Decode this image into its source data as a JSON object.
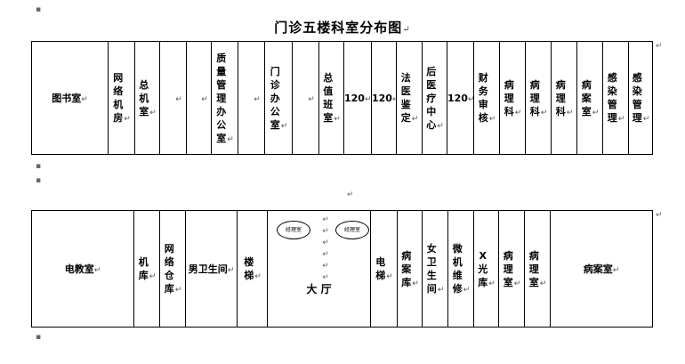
{
  "document": {
    "title": "门诊五楼科室分布图",
    "paragraph_mark": "↵",
    "bullet_mark": "▪"
  },
  "row1": {
    "cells": [
      {
        "label": "图书室",
        "vertical": false
      },
      {
        "label": "网络机房",
        "vertical": true
      },
      {
        "label": "总机室",
        "vertical": true
      },
      {
        "label": "",
        "vertical": true
      },
      {
        "label": "",
        "vertical": true
      },
      {
        "label": "质量管理办公室",
        "vertical": true
      },
      {
        "label": "",
        "vertical": true
      },
      {
        "label": "门诊办公室",
        "vertical": true
      },
      {
        "label": "",
        "vertical": true
      },
      {
        "label": "总值班室",
        "vertical": true
      },
      {
        "label": "120",
        "vertical": false
      },
      {
        "label": "120",
        "vertical": false
      },
      {
        "label": "法医鉴定",
        "vertical": true
      },
      {
        "label": "后医疗中心",
        "vertical": true
      },
      {
        "label": "120",
        "vertical": false
      },
      {
        "label": "财务审核",
        "vertical": true
      },
      {
        "label": "病理科",
        "vertical": true
      },
      {
        "label": "病理科",
        "vertical": true
      },
      {
        "label": "病理科",
        "vertical": true
      },
      {
        "label": "病案室",
        "vertical": true
      },
      {
        "label": "感染管理",
        "vertical": true
      },
      {
        "label": "感染管理",
        "vertical": true
      }
    ]
  },
  "row2": {
    "cells": [
      {
        "label": "电教室",
        "vertical": false
      },
      {
        "label": "机库",
        "vertical": true
      },
      {
        "label": "网络仓库",
        "vertical": true
      },
      {
        "label": "男卫生间",
        "vertical": false
      },
      {
        "label": "楼梯",
        "vertical": true
      },
      {
        "label": "",
        "vertical": false
      },
      {
        "label": "电梯",
        "vertical": true
      },
      {
        "label": "病案库",
        "vertical": true
      },
      {
        "label": "女卫生间",
        "vertical": true
      },
      {
        "label": "微机维修",
        "vertical": true
      },
      {
        "label": "X光库",
        "vertical": true
      },
      {
        "label": "病理室",
        "vertical": true
      },
      {
        "label": "病理室",
        "vertical": true
      },
      {
        "label": "病案室",
        "vertical": false
      }
    ],
    "hall": {
      "label": "大  厅",
      "oval_left": "经理室",
      "oval_right": "经理室"
    }
  }
}
